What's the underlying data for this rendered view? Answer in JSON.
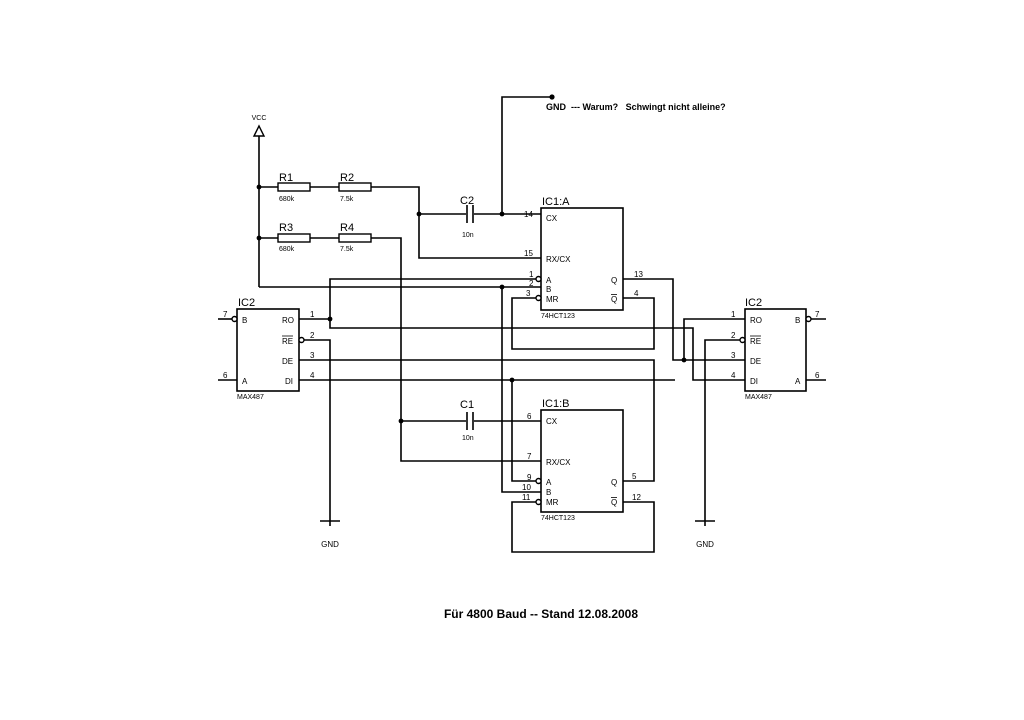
{
  "note": "GND  --- Warum?   Schwingt nicht alleine?",
  "footer": "Für 4800 Baud -- Stand 12.08.2008",
  "vcc": "VCC",
  "gnd_left": "GND",
  "gnd_right": "GND",
  "resistors": {
    "r1": {
      "ref": "R1",
      "value": "680k"
    },
    "r2": {
      "ref": "R2",
      "value": "7.5k"
    },
    "r3": {
      "ref": "R3",
      "value": "680k"
    },
    "r4": {
      "ref": "R4",
      "value": "7.5k"
    }
  },
  "capacitors": {
    "c2": {
      "ref": "C2",
      "value": "10n"
    },
    "c1": {
      "ref": "C1",
      "value": "10n"
    }
  },
  "ic1a": {
    "ref": "IC1:A",
    "part": "74HCT123",
    "pins": {
      "cx": "CX",
      "rxcx": "RX/CX",
      "a": "A",
      "b": "B",
      "mr": "MR",
      "q": "Q",
      "qbar": "Q"
    },
    "numbers": {
      "cx": "14",
      "rxcx": "15",
      "a": "1",
      "b": "2",
      "mr": "3",
      "q": "13",
      "qbar": "4"
    }
  },
  "ic1b": {
    "ref": "IC1:B",
    "part": "74HCT123",
    "pins": {
      "cx": "CX",
      "rxcx": "RX/CX",
      "a": "A",
      "b": "B",
      "mr": "MR",
      "q": "Q",
      "qbar": "Q"
    },
    "numbers": {
      "cx": "6",
      "rxcx": "7",
      "a": "9",
      "b": "10",
      "mr": "11",
      "q": "5",
      "qbar": "12"
    }
  },
  "ic2_left": {
    "ref": "IC2",
    "part": "MAX487",
    "pins": {
      "b": "B",
      "a": "A",
      "ro": "RO",
      "re": "RE",
      "de": "DE",
      "di": "DI"
    },
    "numbers": {
      "b": "7",
      "a": "6",
      "ro": "1",
      "re": "2",
      "de": "3",
      "di": "4"
    }
  },
  "ic2_right": {
    "ref": "IC2",
    "part": "MAX487",
    "pins": {
      "ro": "RO",
      "re": "RE",
      "de": "DE",
      "di": "DI",
      "b": "B",
      "a": "A"
    },
    "numbers": {
      "ro": "1",
      "re": "2",
      "de": "3",
      "di": "4",
      "b": "7",
      "a": "6"
    }
  }
}
